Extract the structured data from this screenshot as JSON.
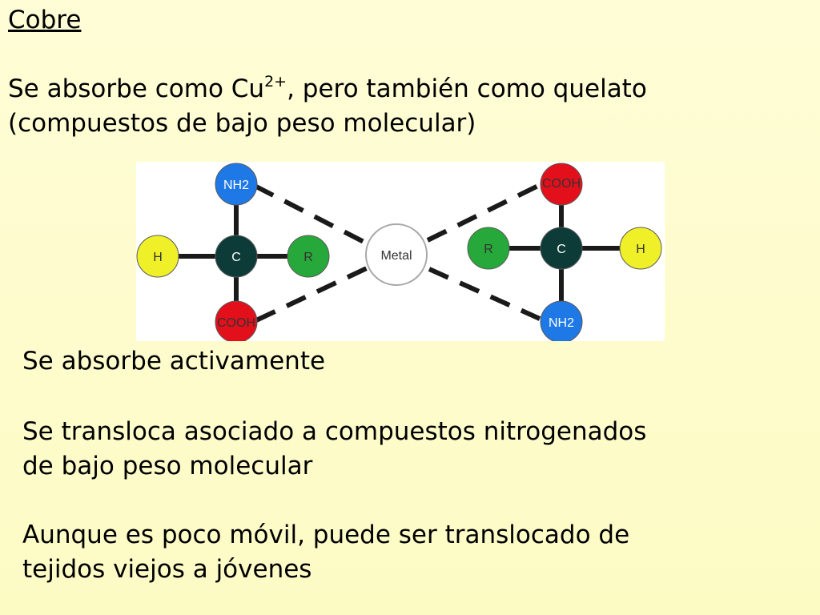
{
  "slide": {
    "title": "Cobre",
    "intro": {
      "line1_before": "Se absorbe como Cu",
      "line1_sup": "2+",
      "line1_after": ", pero también como quelato",
      "line2": "(compuestos de bajo peso molecular)"
    },
    "points": [
      {
        "lines": [
          "Se absorbe activamente"
        ]
      },
      {
        "lines": [
          "Se transloca asociado a compuestos nitrogenados",
          "de bajo peso molecular"
        ]
      },
      {
        "lines": [
          "Aunque es poco móvil, puede ser translocado de",
          "tejidos viejos a jóvenes"
        ]
      }
    ]
  },
  "diagram": {
    "left_molecule": {
      "top": "NH2",
      "left": "H",
      "center": "C",
      "right": "R",
      "bottom": "COOH"
    },
    "metal": "Metal",
    "right_molecule": {
      "top": "COOH",
      "left": "R",
      "center": "C",
      "right": "H",
      "bottom": "NH2"
    },
    "colors": {
      "amine": "#1e78e6",
      "carboxyl": "#e3101c",
      "hydrogen": "#f0f028",
      "carbon": "#0d3b38",
      "r_group": "#27a83a",
      "metal": "#ffffff"
    }
  }
}
